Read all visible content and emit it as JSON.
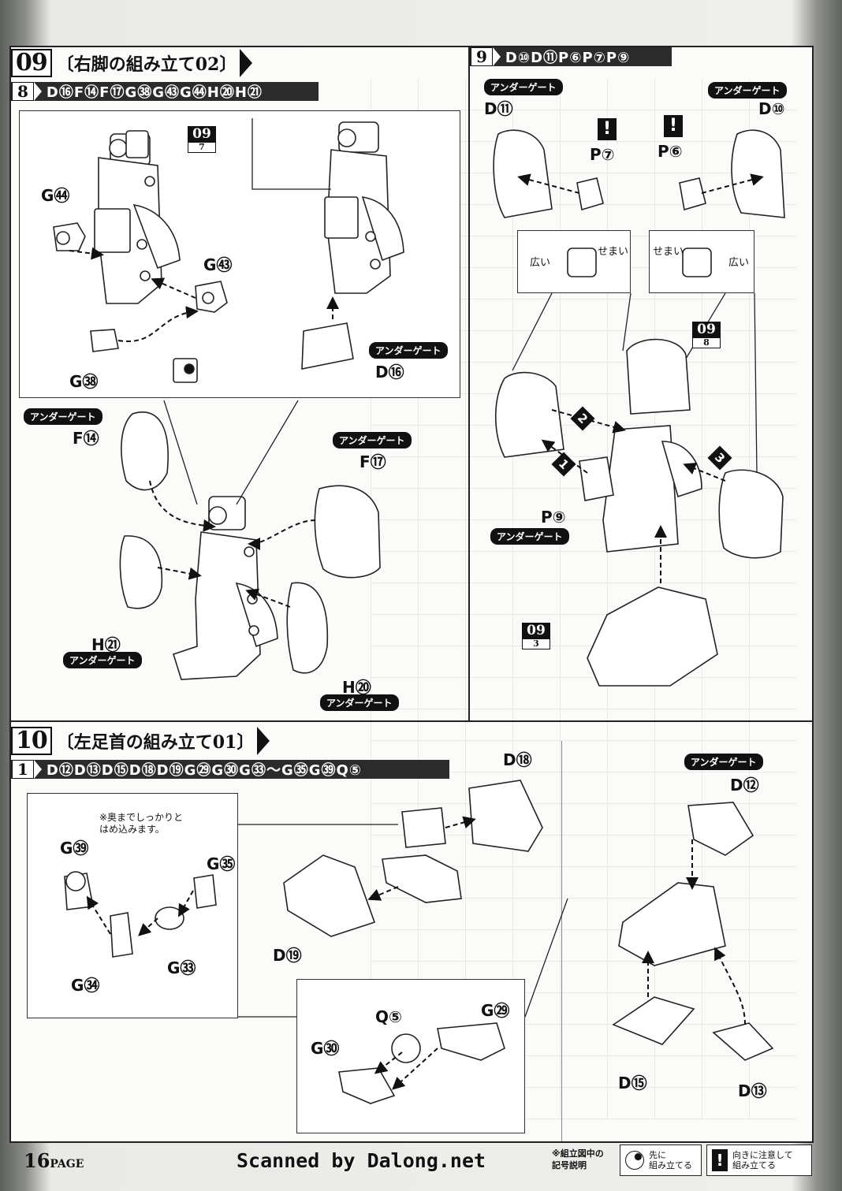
{
  "step09": {
    "number": "09",
    "title": "〔右脚の組み立て02〕",
    "sub8": {
      "number": "8",
      "parts": "D⑯F⑭F⑰G㊳G㊸G㊹H⑳H㉑"
    },
    "sub9": {
      "number": "9",
      "parts": "D⑩D⑪P⑥P⑦P⑨"
    },
    "labels": {
      "g44": "G㊹",
      "g43": "G㊸",
      "g38": "G㊳",
      "d16": "D⑯",
      "f14": "F⑭",
      "f17": "F⑰",
      "h21": "H㉑",
      "h20": "H⑳",
      "d11": "D⑪",
      "d10": "D⑩",
      "p7": "P⑦",
      "p6": "P⑥",
      "p9": "P⑨"
    },
    "refs": [
      {
        "top": "09",
        "bottom": "7"
      },
      {
        "top": "09",
        "bottom": "8"
      },
      {
        "top": "09",
        "bottom": "3"
      }
    ],
    "orientation": {
      "wide": "広い",
      "narrow": "せまい"
    },
    "order": [
      "1",
      "2",
      "3"
    ]
  },
  "step10": {
    "number": "10",
    "title": "〔左足首の組み立て01〕",
    "sub1": {
      "number": "1",
      "parts": "D⑫D⑬D⑮D⑱D⑲G㉙G㉚G㉝～G㉟G㊴Q⑤"
    },
    "note": "※奥までしっかりと\nはめ込みます。",
    "labels": {
      "g39": "G㊴",
      "g35": "G㉟",
      "g34": "G㉞",
      "g33": "G㉝",
      "d18": "D⑱",
      "d19": "D⑲",
      "q5": "Q⑤",
      "g29": "G㉙",
      "g30": "G㉚",
      "d12": "D⑫",
      "d15": "D⑮",
      "d13": "D⑬"
    }
  },
  "gate_label": "アンダーゲート",
  "warn_symbol": "!",
  "footer": {
    "page_number": "16",
    "page_word": "PAGE",
    "scanned_by": "Scanned by Dalong.net",
    "legend_title": "※組立図中の\n記号説明",
    "legend_first": "先に\n組み立てる",
    "legend_orient": "向きに注意して\n組み立てる"
  }
}
